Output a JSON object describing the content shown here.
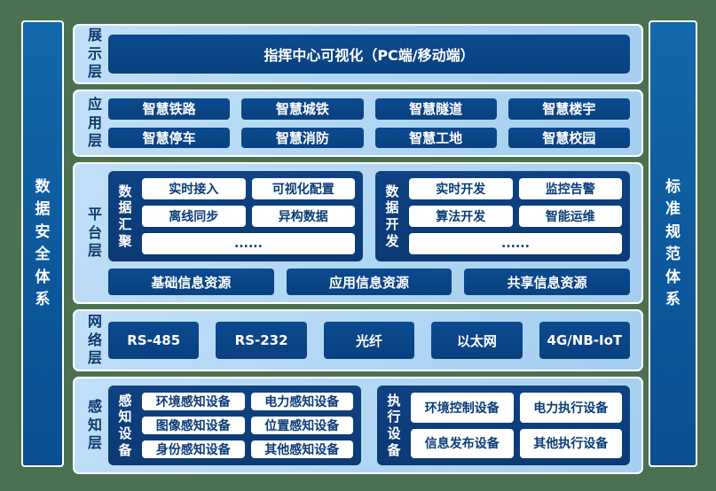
{
  "colors": {
    "background_green": "#4c7152",
    "panel_light_blue": "#aed5f2",
    "box_dark_blue": "#0a4386",
    "group_dark_blue": "#0d3f7e",
    "pillar_blue": "#0d5fa2",
    "label_navy": "#0c3a6e",
    "white_box_text": "#0a3c78"
  },
  "side_bars": {
    "left": "数据安全体系",
    "right": "标准规范体系"
  },
  "display_layer": {
    "label": "展示层",
    "main_box": "指挥中心可视化（PC端/移动端）"
  },
  "application_layer": {
    "label": "应用层",
    "items": [
      "智慧铁路",
      "智慧城铁",
      "智慧隧道",
      "智慧楼宇",
      "智慧停车",
      "智慧消防",
      "智慧工地",
      "智慧校园"
    ]
  },
  "platform_layer": {
    "label": "平台层",
    "groups": [
      {
        "label": "数据汇聚",
        "items": [
          "实时接入",
          "可视化配置",
          "离线同步",
          "异构数据"
        ],
        "more": "......"
      },
      {
        "label": "数据开发",
        "items": [
          "实时开发",
          "监控告警",
          "算法开发",
          "智能运维"
        ],
        "more": "......"
      }
    ],
    "resources": [
      "基础信息资源",
      "应用信息资源",
      "共享信息资源"
    ]
  },
  "network_layer": {
    "label": "网络层",
    "items": [
      "RS-485",
      "RS-232",
      "光纤",
      "以太网",
      "4G/NB-IoT"
    ]
  },
  "perception_layer": {
    "label": "感知层",
    "groups": [
      {
        "label": "感知设备",
        "items": [
          "环境感知设备",
          "电力感知设备",
          "图像感知设备",
          "位置感知设备",
          "身份感知设备",
          "其他感知设备"
        ]
      },
      {
        "label": "执行设备",
        "items": [
          "环境控制设备",
          "电力执行设备",
          "信息发布设备",
          "其他执行设备"
        ]
      }
    ]
  }
}
